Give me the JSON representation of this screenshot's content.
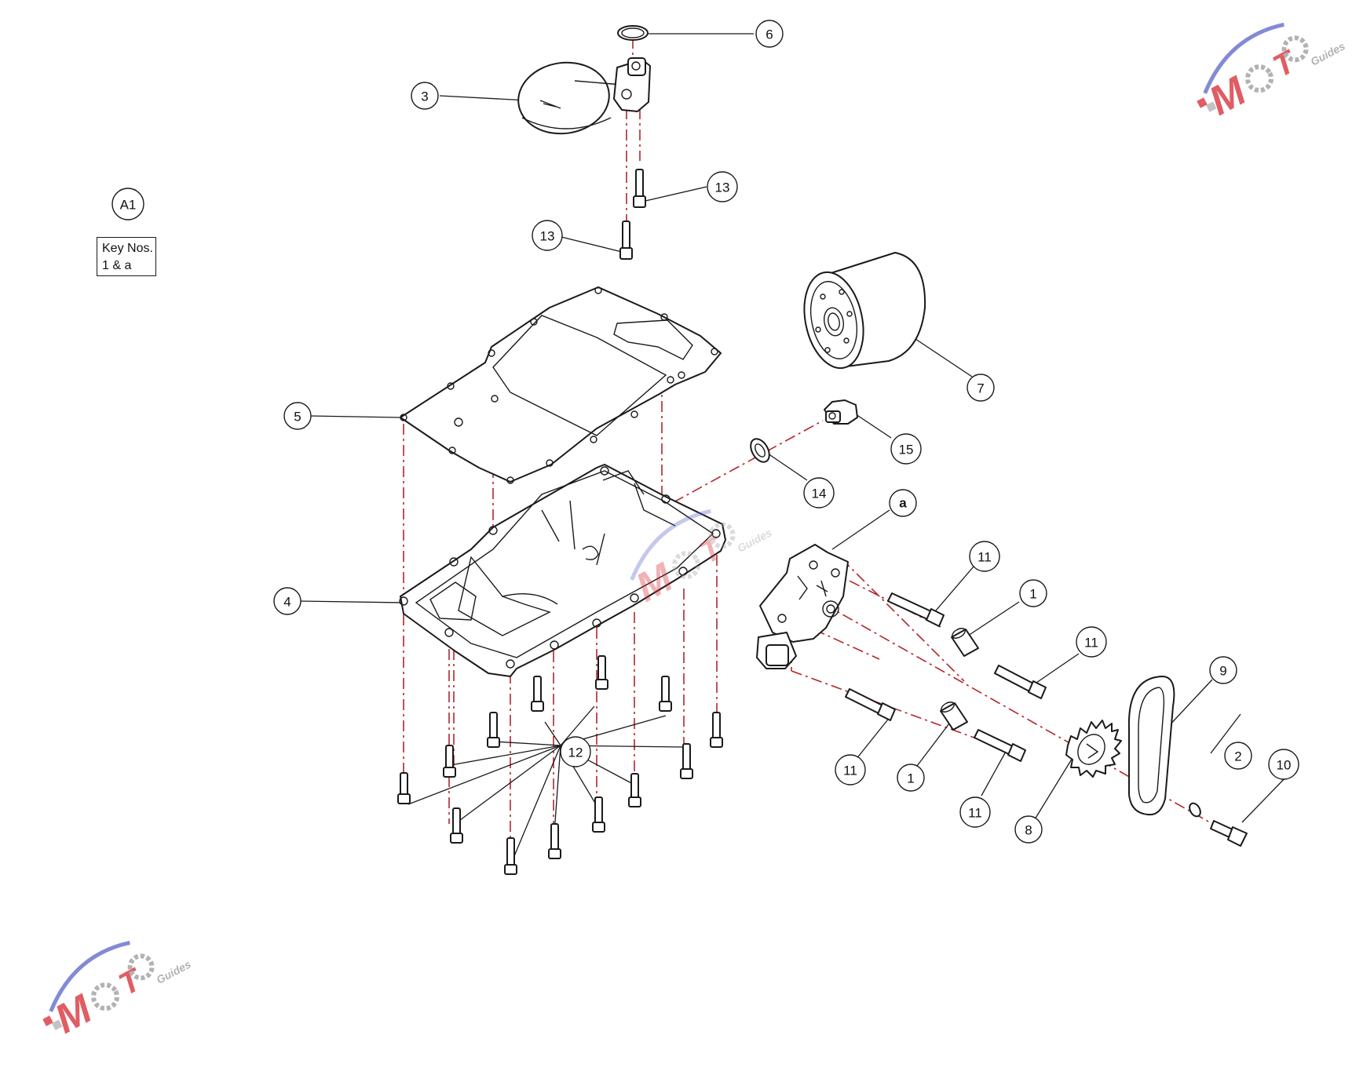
{
  "diagram": {
    "section_label": "A1",
    "key_note": [
      "Key Nos.",
      "1 & a"
    ],
    "callouts": [
      "6",
      "3",
      "13",
      "13",
      "5",
      "4",
      "7",
      "15",
      "14",
      "a",
      "11",
      "1",
      "11",
      "9",
      "11",
      "1",
      "11",
      "2",
      "10",
      "8",
      "12"
    ],
    "watermark": {
      "logo_text": "MOTO",
      "sub_text": "Guides"
    }
  },
  "colors": {
    "line": "#1a1a1a",
    "axis": "#b3262b",
    "watermark_red": "#d7262f",
    "watermark_blue": "#5a63c8"
  }
}
